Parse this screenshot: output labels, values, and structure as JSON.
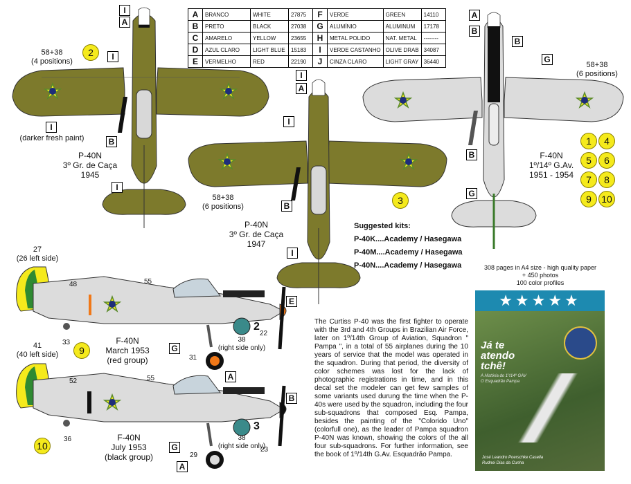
{
  "color_table": [
    {
      "key": "A",
      "pt": "BRANCO",
      "en": "WHITE",
      "code": "27875"
    },
    {
      "key": "B",
      "pt": "PRETO",
      "en": "BLACK",
      "code": "27038"
    },
    {
      "key": "C",
      "pt": "AMARELO",
      "en": "YELLOW",
      "code": "23655"
    },
    {
      "key": "D",
      "pt": "AZUL CLARO",
      "en": "LIGHT BLUE",
      "code": "15183"
    },
    {
      "key": "E",
      "pt": "VERMELHO",
      "en": "RED",
      "code": "22190"
    },
    {
      "key": "F",
      "pt": "VERDE",
      "en": "GREEN",
      "code": "14110"
    },
    {
      "key": "G",
      "pt": "ALUMÍNIO",
      "en": "ALUMINUM",
      "code": "17178"
    },
    {
      "key": "H",
      "pt": "METAL POLIDO",
      "en": "NAT. METAL",
      "code": "--------"
    },
    {
      "key": "I",
      "pt": "VERDE CASTANHO",
      "en": "OLIVE DRAB",
      "code": "34087"
    },
    {
      "key": "J",
      "pt": "CINZA CLARO",
      "en": "LIGHT GRAY",
      "code": "36440"
    }
  ],
  "profiles": {
    "p1": {
      "badge": "2",
      "line1": "P-40N",
      "line2": "3º Gr. de Caça",
      "line3": "1945",
      "pos": "58+38",
      "pos2": "(4 positions)",
      "fresh": "(darker fresh paint)"
    },
    "p2": {
      "badge": "3",
      "line1": "P-40N",
      "line2": "3º Gr. de Caça",
      "line3": "1947",
      "pos": "58+38",
      "pos2": "(6 positions)"
    },
    "p3": {
      "line1": "F-40N",
      "line2": "1º/14º G.Av.",
      "line3": "1951 - 1954",
      "pos": "58+38",
      "pos2": "(6 positions)",
      "badges": [
        "1",
        "4",
        "5",
        "6",
        "7",
        "8",
        "9",
        "10"
      ]
    },
    "p4": {
      "badge": "9",
      "line1": "F-40N",
      "line2": "March 1953",
      "line3": "(red group)",
      "n27": "27",
      "n27b": "(26 left side)",
      "n48": "48",
      "n55": "55",
      "n33": "33",
      "n22": "22",
      "n31": "31",
      "n38": "38",
      "right": "(right side only)",
      "tail": "2"
    },
    "p5": {
      "badge": "10",
      "line1": "F-40N",
      "line2": "July 1953",
      "line3": "(black group)",
      "n41": "41",
      "n41b": "(40 left side)",
      "n52": "52",
      "n55": "55",
      "n36": "36",
      "n23": "23",
      "n29": "29",
      "n38": "38",
      "right": "(right side only)",
      "tail": "3"
    }
  },
  "kits": {
    "title": "Suggested kits:",
    "items": [
      "P-40K....Academy / Hasegawa",
      "P-40M....Academy / Hasegawa",
      "P-40N....Academy / Hasegawa"
    ]
  },
  "book": {
    "blurb1": "308 pages in A4 size - high quality paper",
    "blurb2": "+ 450 photos",
    "blurb3": "100 color profiles",
    "stars": "★★★★★",
    "title1": "Já te",
    "title2": "atendo",
    "title3": "tchê!",
    "sub1": "A História do 1º/14º GAV",
    "sub2": "O Esquadrão Pampa",
    "authors1": "José Leandro Poerschke Casella",
    "authors2": "Rudnei Dias da Cunha"
  },
  "paragraph": "The Curtiss P-40 was the first fighter to operate with the 3rd and 4th Groups in Brazilian Air Force, later on 1º/14th Group of Aviation, Squadron \" Pampa \", in a total of 55 airplanes during the 10 years of service that the model was operated in the squadron. During that period, the diversity of color schemes was lost for the lack of photographic registrations in time, and in this decal set the modeler can get few samples of some variants used durung the time when the P-40s were used by the squadron, including the four sub-squadrons that composed Esq. Pampa, besides the painting of the \"Colorido Uno\"(colorfull one), as the leader of Pampa squadron P-40N was known, showing the colors of the all four sub-squadrons. For further information, see the book of 1º/14th G.Av. Esquadrão Pampa.",
  "colors": {
    "olive": "#7d7a2c",
    "gray": "#d9d9d9",
    "yellow": "#f5ea1c",
    "orange": "#f07818",
    "roundel_blue": "#1e2d7a"
  }
}
